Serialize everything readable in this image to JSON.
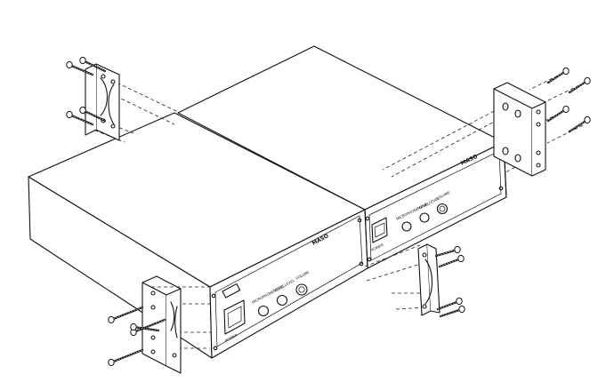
{
  "diagram": {
    "units": [
      {
        "id": "left-unit",
        "brand": "MASO",
        "labels": {
          "power": "POWER",
          "knob1": "MICROPHONE LEVEL",
          "knob2": "MUSIC LEVEL",
          "knob3": "VOLUME"
        }
      },
      {
        "id": "right-unit",
        "brand": "MASO",
        "labels": {
          "power": "POWER",
          "knob1": "MICROPHONE LEVEL",
          "knob2": "MUSIC LEVEL",
          "knob3": "VOLUME"
        }
      }
    ],
    "hardware": [
      "rack-ear-bracket",
      "joining-bracket",
      "mounting-screw"
    ]
  }
}
